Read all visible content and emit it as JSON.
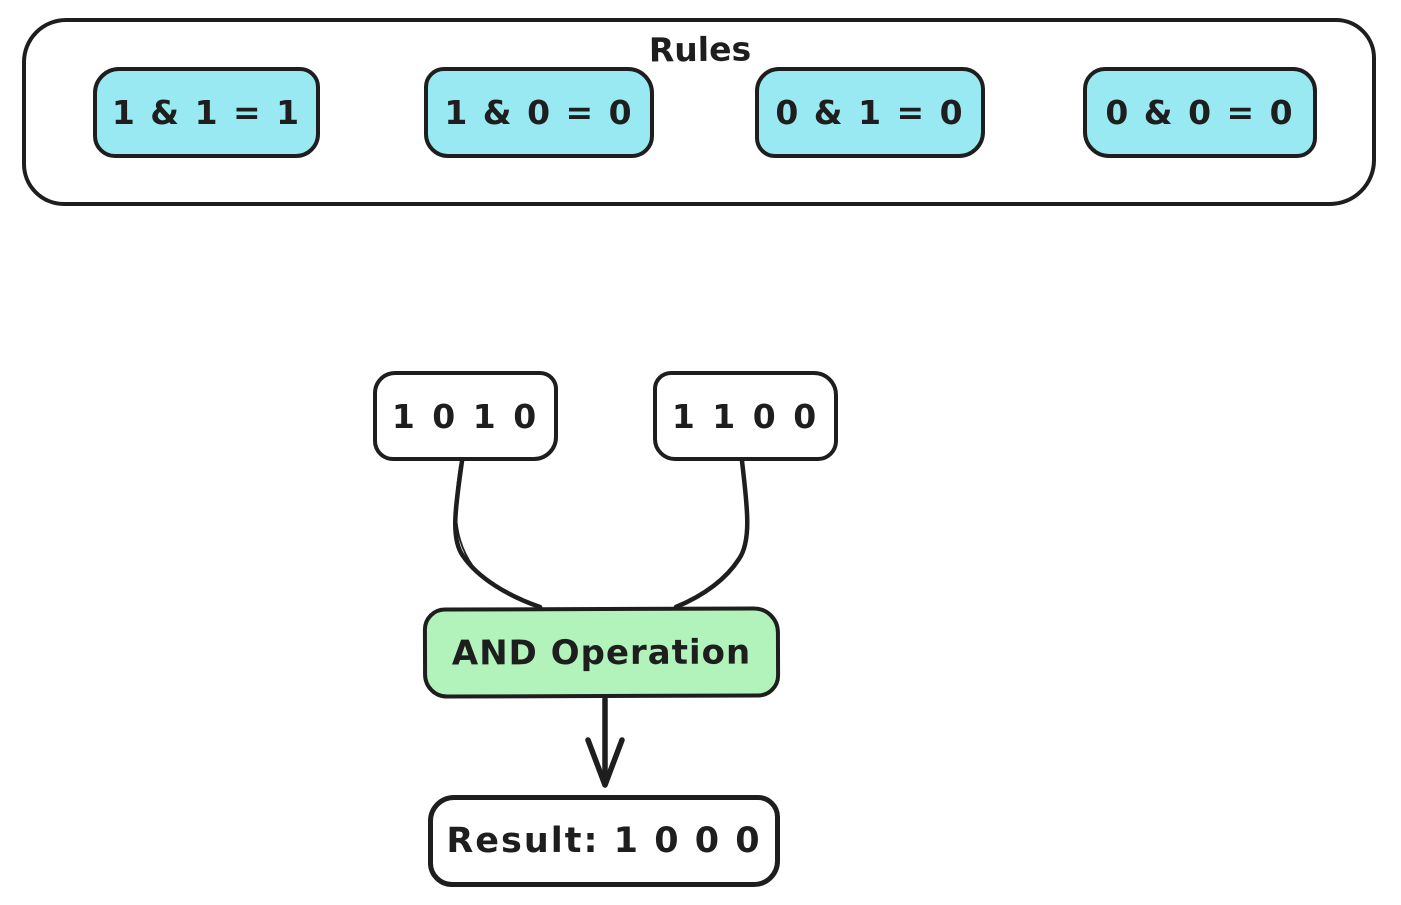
{
  "diagram": {
    "rules": {
      "title": "Rules",
      "items": [
        {
          "label": "1 & 1 = 1"
        },
        {
          "label": "1 & 0 = 0"
        },
        {
          "label": "0 & 1 = 0"
        },
        {
          "label": "0 & 0 = 0"
        }
      ]
    },
    "operands": [
      {
        "value": "1 0 1 0"
      },
      {
        "value": "1 1 0 0"
      }
    ],
    "operation": {
      "label": "AND Operation"
    },
    "result": {
      "label": "Result: 1 0 0 0"
    },
    "colors": {
      "stroke": "#1e1e1e",
      "rule_fill": "#99e9f2",
      "operation_fill": "#b2f2bb",
      "background": "#ffffff"
    }
  }
}
